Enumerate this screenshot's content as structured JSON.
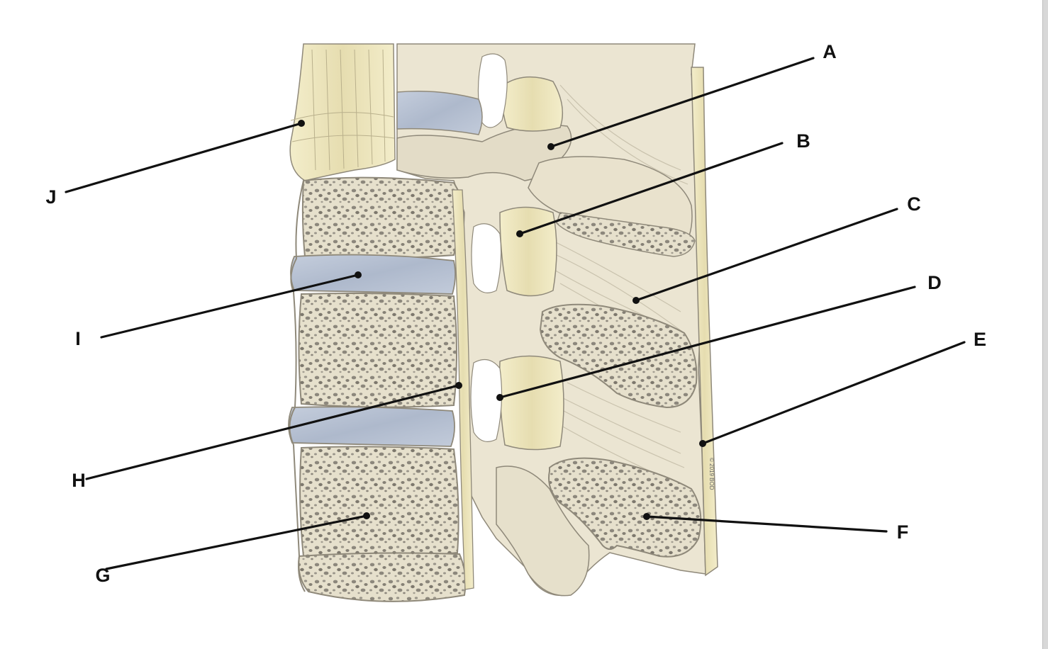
{
  "diagram": {
    "subject": "spine-sagittal-section-illustration",
    "labels": [
      {
        "id": "A",
        "text": "A"
      },
      {
        "id": "B",
        "text": "B"
      },
      {
        "id": "C",
        "text": "C"
      },
      {
        "id": "D",
        "text": "D"
      },
      {
        "id": "E",
        "text": "E"
      },
      {
        "id": "F",
        "text": "F"
      },
      {
        "id": "G",
        "text": "G"
      },
      {
        "id": "H",
        "text": "H"
      },
      {
        "id": "I",
        "text": "I"
      },
      {
        "id": "J",
        "text": "J"
      }
    ],
    "credit": "© 2019 BOD",
    "colors": {
      "bone": "#ece6d3",
      "bone_shade": "#d9d2bd",
      "ligament": "#efe8c4",
      "disc": "#b9c3d4",
      "trabecular": "#8c877c",
      "line": "#111111"
    }
  }
}
